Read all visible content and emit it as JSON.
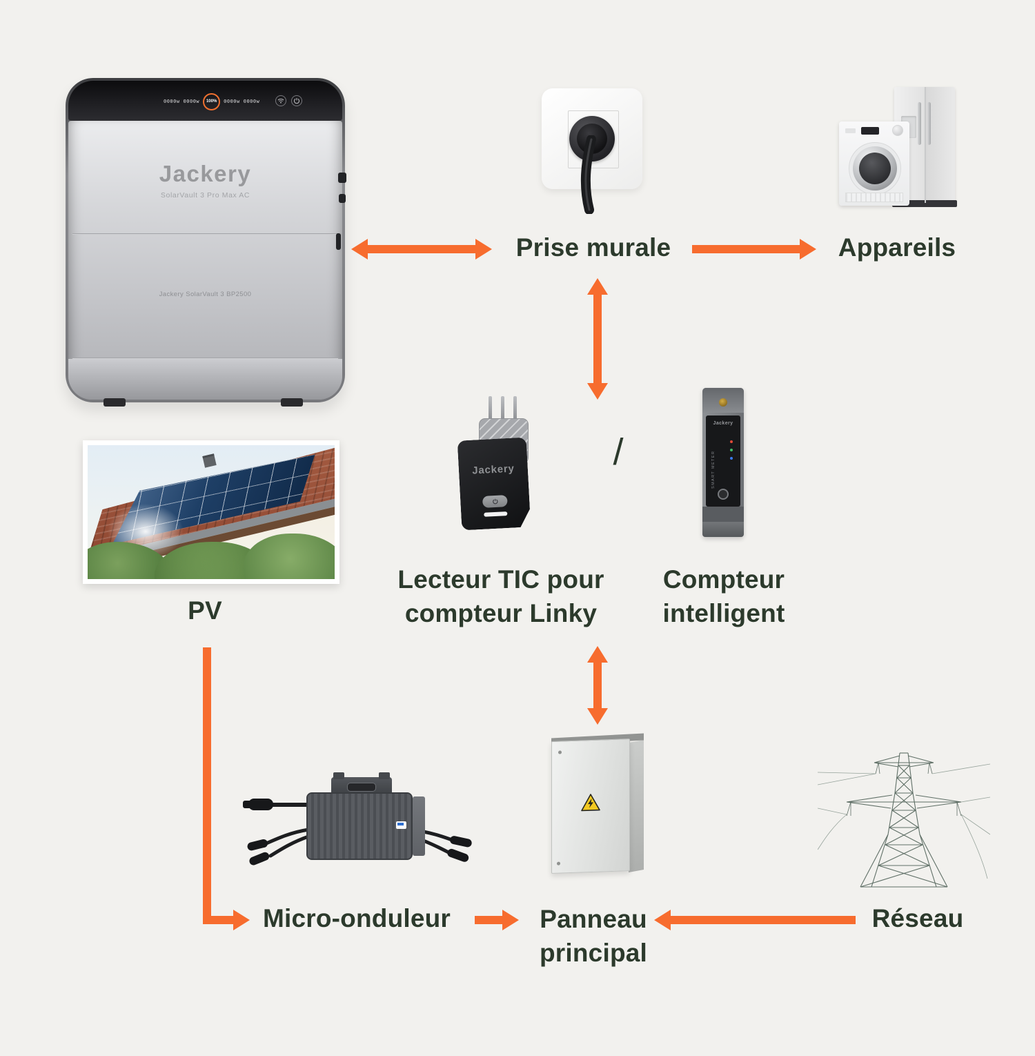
{
  "canvas": {
    "bg": "#f2f1ee",
    "text": "#2c3a2c",
    "accent": "#f76c2e"
  },
  "battery": {
    "brand": "Jackery",
    "model": "SolarVault 3 Pro Max AC",
    "base_label": "Jackery SolarVault 3 BP2500",
    "display": {
      "soc": "100%",
      "seg1": "0000w",
      "seg2": "0000w",
      "seg3": "0000w",
      "seg4": "0000w"
    }
  },
  "devices": {
    "tic_reader_brand": "Jackery",
    "smart_meter_brand": "Jackery",
    "smart_meter_text": "SMART METER"
  },
  "labels": {
    "wall_socket": "Prise murale",
    "appliances": "Appareils",
    "pv": "PV",
    "tic_line1": "Lecteur TIC pour",
    "tic_line2": "compteur Linky",
    "separator": "/",
    "meter_line1": "Compteur",
    "meter_line2": "intelligent",
    "micro_inverter": "Micro-onduleur",
    "panel_line1": "Panneau",
    "panel_line2": "principal",
    "grid": "Réseau"
  }
}
